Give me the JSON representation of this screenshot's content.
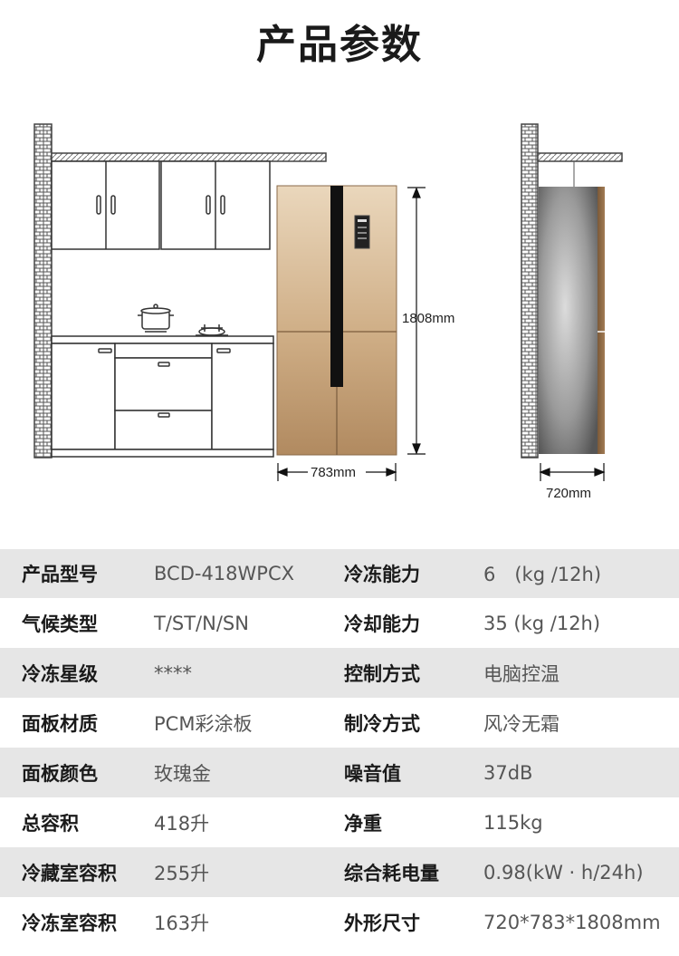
{
  "page_title": "产品参数",
  "dimensions": {
    "height": "1808mm",
    "width": "783mm",
    "depth": "720mm"
  },
  "colors": {
    "row_shade": "#e6e6e6",
    "fridge_gold_top": "#e8d2b4",
    "fridge_gold_bottom": "#b38c62",
    "brick": "#555555"
  },
  "specs": [
    {
      "label1": "产品型号",
      "value1": "BCD-418WPCX",
      "label2": "冷冻能力",
      "value2": "6　(kg /12h)"
    },
    {
      "label1": "气候类型",
      "value1": "T/ST/N/SN",
      "label2": "冷却能力",
      "value2": "35  (kg /12h)"
    },
    {
      "label1": "冷冻星级",
      "value1": "****",
      "label2": "控制方式",
      "value2": "电脑控温"
    },
    {
      "label1": "面板材质",
      "value1": "PCM彩涂板",
      "label2": "制冷方式",
      "value2": "风冷无霜"
    },
    {
      "label1": "面板颜色",
      "value1": "玫瑰金",
      "label2": "噪音值",
      "value2": "37dB"
    },
    {
      "label1": "总容积",
      "value1": "418升",
      "label2": "净重",
      "value2": "115kg"
    },
    {
      "label1": "冷藏室容积",
      "value1": "255升",
      "label2": "综合耗电量",
      "value2": "0.98(kW · h/24h)"
    },
    {
      "label1": "冷冻室容积",
      "value1": "163升",
      "label2": "外形尺寸",
      "value2": "720*783*1808mm"
    }
  ]
}
